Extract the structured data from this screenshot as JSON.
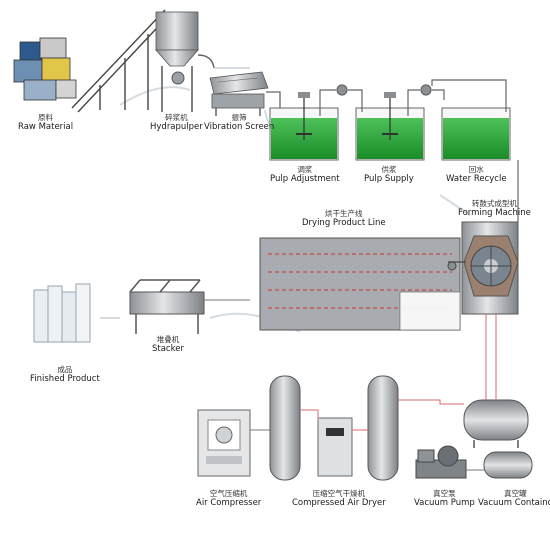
{
  "labels": {
    "raw_material": {
      "cn": "原料",
      "en": "Raw Material"
    },
    "hydrapulper": {
      "cn": "碎浆机",
      "en": "Hydrapulper"
    },
    "vibration_screen": {
      "cn": "振筛",
      "en": "Vibration Screen"
    },
    "pulp_adjustment": {
      "cn": "调浆",
      "en": "Pulp Adjustment"
    },
    "pulp_supply": {
      "cn": "供浆",
      "en": "Pulp Supply"
    },
    "water_recycle": {
      "cn": "回水",
      "en": "Water Recycle"
    },
    "drying_line": {
      "cn": "烘干生产线",
      "en": "Drying Product Line"
    },
    "forming_machine": {
      "cn": "转鼓式成型机",
      "en": "Forming Machine"
    },
    "finished_product": {
      "cn": "成品",
      "en": "Finished Product"
    },
    "stacker": {
      "cn": "堆叠机",
      "en": "Stacker"
    },
    "air_compressor": {
      "cn": "空气压缩机",
      "en": "Air Compresser"
    },
    "air_dryer": {
      "cn": "压缩空气干燥机",
      "en": "Compressed Air Dryer"
    },
    "vacuum_pump": {
      "cn": "真空泵",
      "en": "Vacuum Pump"
    },
    "vacuum_container": {
      "cn": "真空罐",
      "en": "Vacuum Containo"
    }
  },
  "colors": {
    "water": "#1f9a2e",
    "pipe": "#6a6a6a",
    "pipe_red": "#d9534f",
    "equipment": "#b9bdc1",
    "dryer_body": "#a6a9ad",
    "flow_arrow": "#cfd6dc"
  }
}
